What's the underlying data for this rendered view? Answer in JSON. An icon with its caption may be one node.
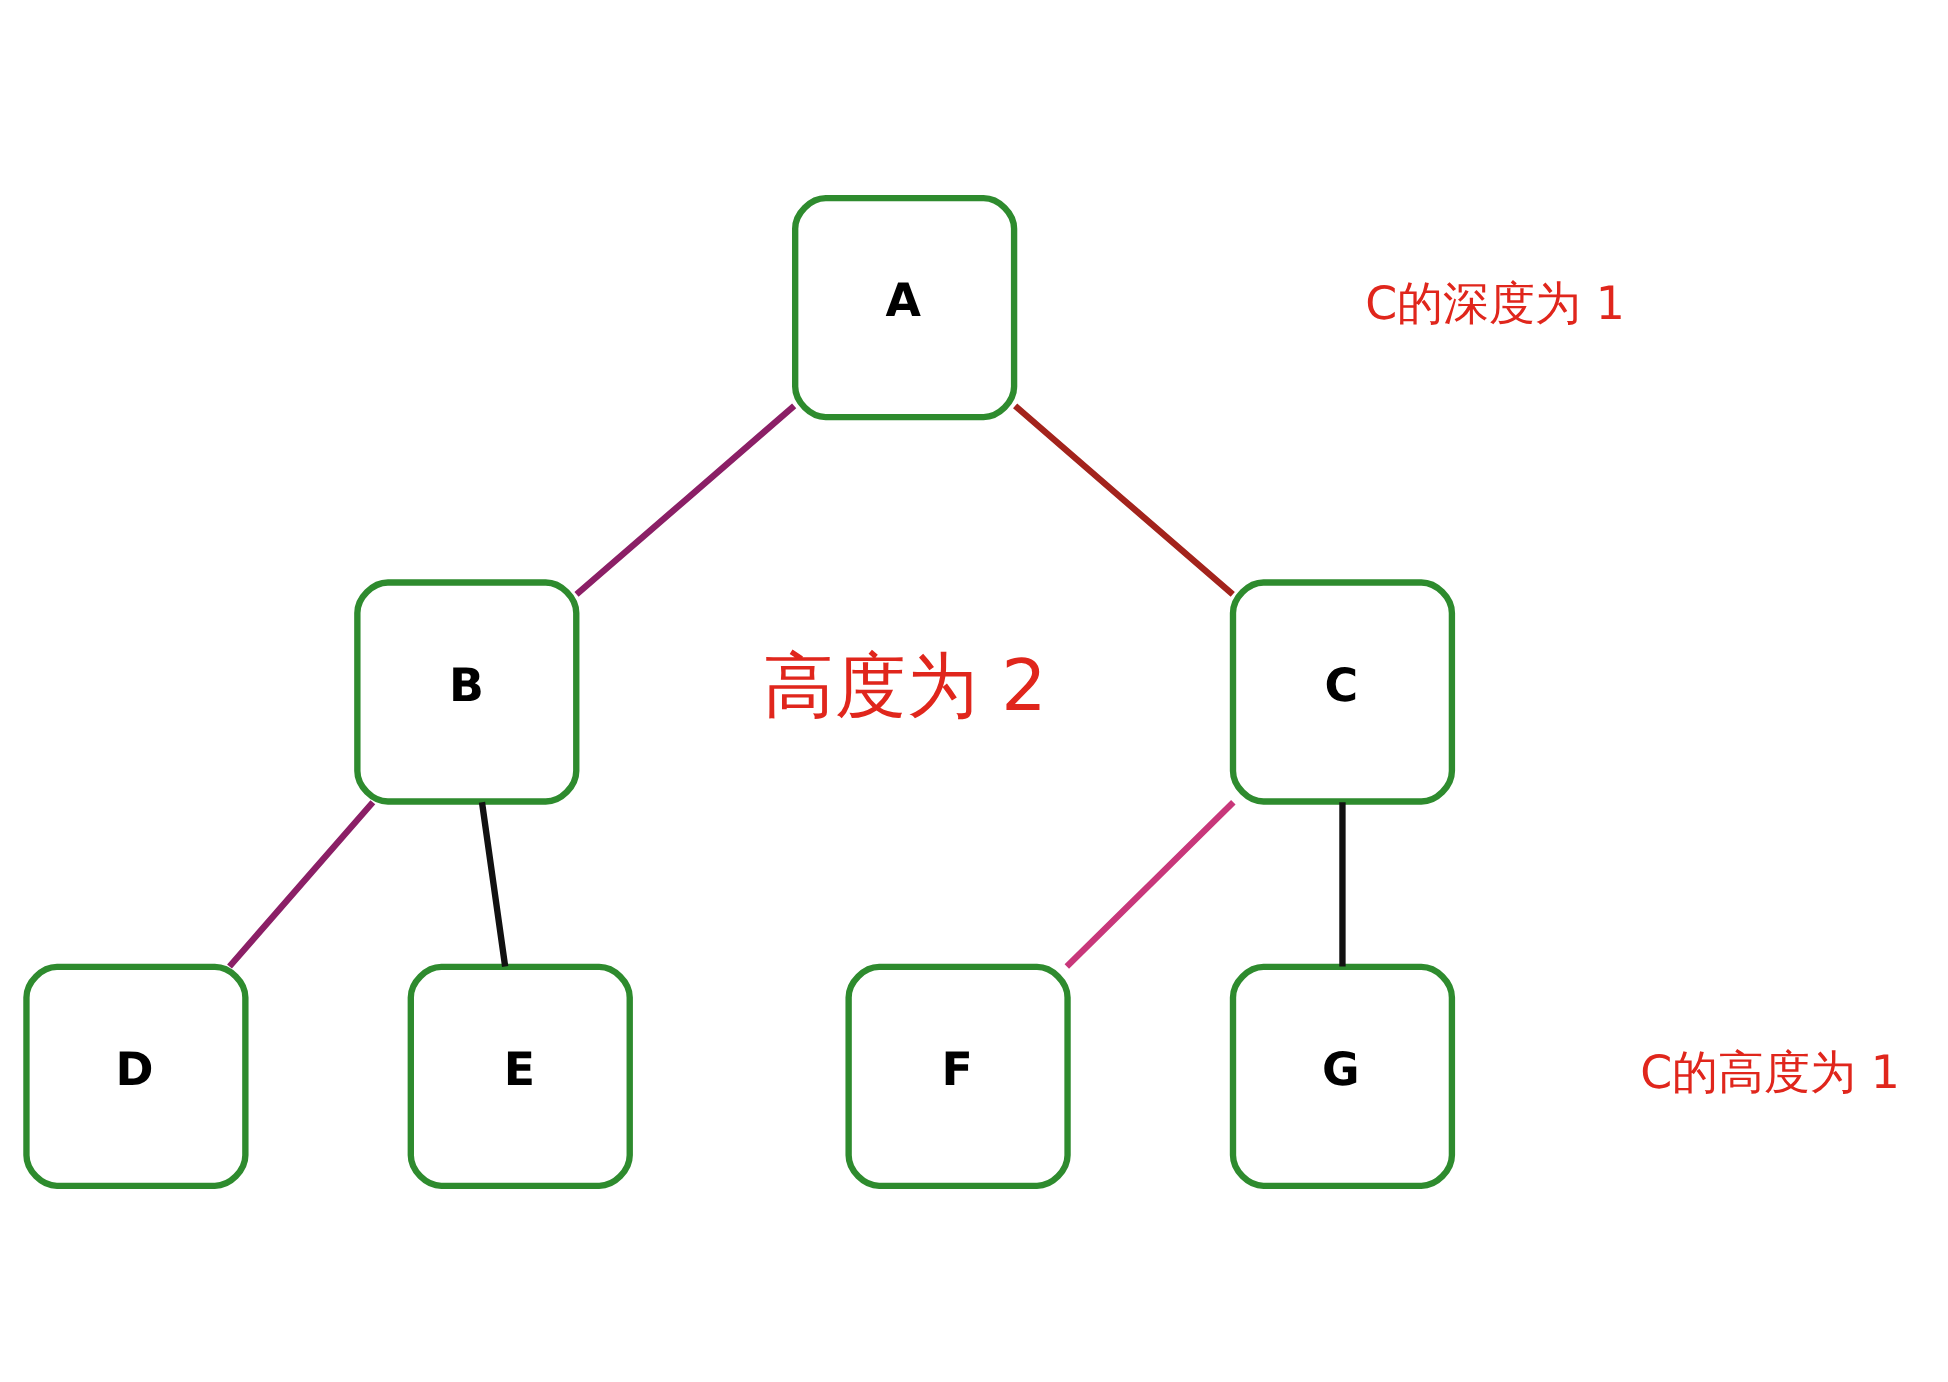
{
  "diagram": {
    "nodes": [
      {
        "text": [
          "A"
        ]
      },
      {
        "text": [
          "B"
        ]
      },
      {
        "text": [
          "C"
        ]
      },
      {
        "text": [
          "D"
        ]
      },
      {
        "text": [
          "E"
        ]
      },
      {
        "text": [
          "F"
        ]
      },
      {
        "text": [
          "G"
        ]
      }
    ],
    "edges": [
      {
        "from": 0,
        "to": 1,
        "arrow": "none",
        "color": "#8b1f66"
      },
      {
        "from": 0,
        "to": 2,
        "arrow": "none",
        "color": "#a3231c"
      },
      {
        "from": 1,
        "to": 3,
        "arrow": "none",
        "color": "#8b1f66"
      },
      {
        "from": 1,
        "to": 4,
        "arrow": "none",
        "color": "#111111"
      },
      {
        "from": 2,
        "to": 5,
        "arrow": "none",
        "color": "#c8377a"
      },
      {
        "from": 2,
        "to": 6,
        "arrow": "none",
        "color": "#111111"
      }
    ],
    "labels": [
      "C的深度为 1",
      "高度为 2",
      "C的高度为 1"
    ]
  }
}
